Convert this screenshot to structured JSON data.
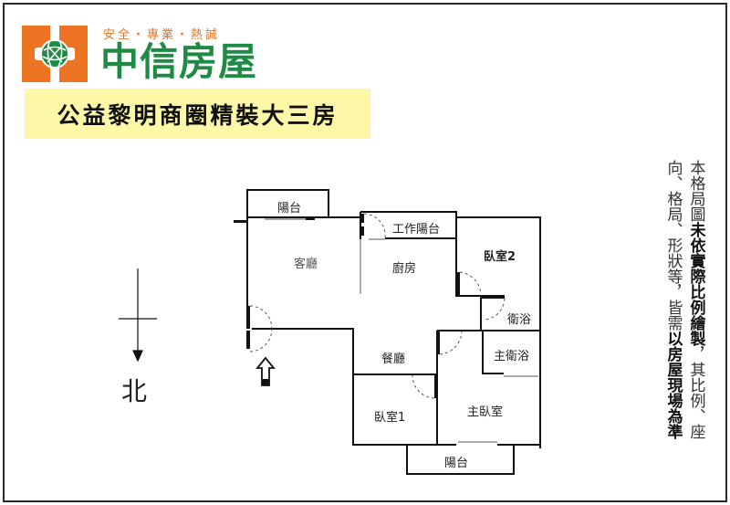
{
  "brand": {
    "slogan": "安全・專業・熱誠",
    "name": "中信房屋",
    "logo_icon": "globe-logo-icon",
    "colors": {
      "orange": "#ec7422",
      "green": "#1f8a43",
      "banner": "#fdf8a8"
    }
  },
  "listing": {
    "title": "公益黎明商圈精裝大三房"
  },
  "floor_plan": {
    "rooms": [
      {
        "id": "balcony-north",
        "label": "陽台"
      },
      {
        "id": "living-room",
        "label": "客廳"
      },
      {
        "id": "service-balcony",
        "label": "工作陽台"
      },
      {
        "id": "kitchen",
        "label": "廚房"
      },
      {
        "id": "bedroom-2",
        "label": "臥室2"
      },
      {
        "id": "bathroom",
        "label": "衛浴"
      },
      {
        "id": "master-bathroom",
        "label": "主衛浴"
      },
      {
        "id": "dining-room",
        "label": "餐廳"
      },
      {
        "id": "bedroom-1",
        "label": "臥室1"
      },
      {
        "id": "master-bedroom",
        "label": "主臥室"
      },
      {
        "id": "balcony-south",
        "label": "陽台"
      }
    ],
    "entrance_icon": "entrance-arrow-icon"
  },
  "compass": {
    "label": "北",
    "icon": "north-arrow-icon"
  },
  "disclaimer": {
    "col1_normal": "本格局圖",
    "col1_bold": "未依實際比例繪製",
    "col1_tail": "，其比例、座",
    "col2_normal": "向、格局、形狀等，皆需",
    "col2_bold": "以房屋現場為準"
  }
}
